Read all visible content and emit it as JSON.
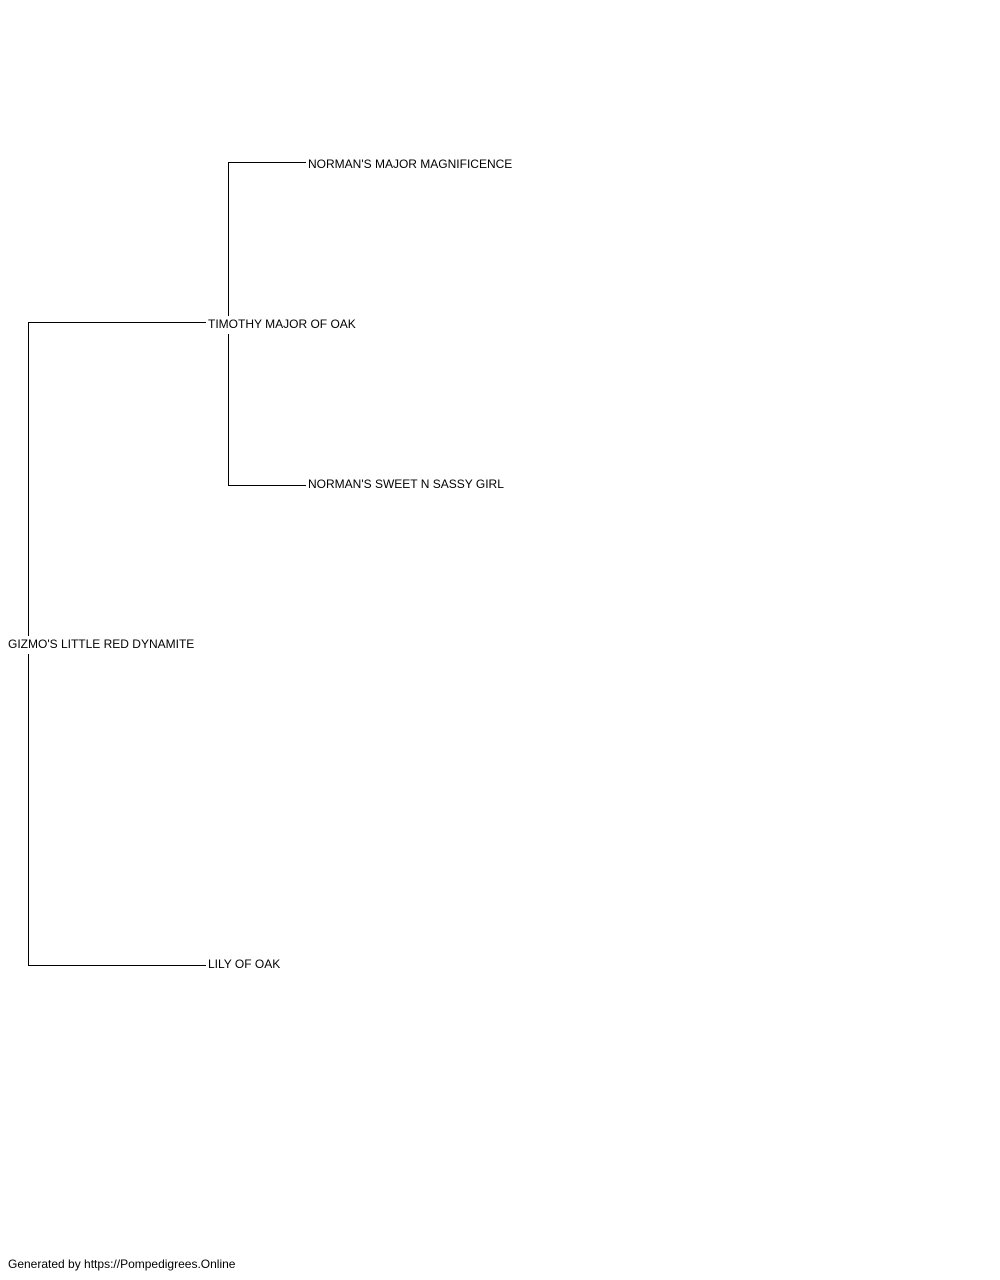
{
  "pedigree": {
    "subject": "GIZMO'S LITTLE RED DYNAMITE",
    "sire": "TIMOTHY MAJOR OF OAK",
    "dam": "LILY OF OAK",
    "sire_sire": "NORMAN'S MAJOR MAGNIFICENCE",
    "sire_dam": "NORMAN'S SWEET N SASSY GIRL"
  },
  "footer": {
    "text": "Generated by https://Pompedigrees.Online"
  },
  "colors": {
    "line": "#000000",
    "text": "#000000",
    "background": "#ffffff"
  }
}
